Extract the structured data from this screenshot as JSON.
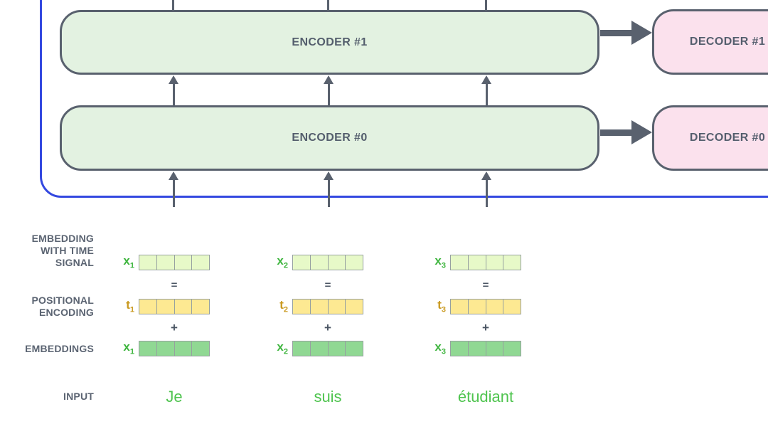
{
  "colors": {
    "frame_blue": "#3348e0",
    "outline_slate": "#59616e",
    "block_text": "#545e6d",
    "encoder_fill": "#e3f2e1",
    "decoder_fill": "#fbe1ed",
    "vector_time_signal_fill": "#e7f9c8",
    "vector_positional_fill": "#fde992",
    "vector_embedding_fill": "#90d893",
    "x_label_green": "#3cb43c",
    "t_label_gold": "#c9991f",
    "input_word_green": "#4fc44f",
    "row_label_gray": "#5b6472"
  },
  "stack": {
    "encoders": [
      {
        "label": "ENCODER #1"
      },
      {
        "label": "ENCODER #0"
      }
    ],
    "decoders": [
      {
        "label": "DECODER #1"
      },
      {
        "label": "DECODER #0"
      }
    ]
  },
  "embedding": {
    "row_labels": {
      "time_signal": [
        "EMBEDDING",
        "WITH TIME",
        "SIGNAL"
      ],
      "positional": [
        "POSITIONAL",
        "ENCODING"
      ],
      "embeddings": [
        "EMBEDDINGS"
      ],
      "input": [
        "INPUT"
      ]
    },
    "operators": {
      "equals": "=",
      "plus": "+"
    },
    "columns": [
      {
        "x_label": "x",
        "t_label": "t",
        "subscript": "1",
        "word": "Je"
      },
      {
        "x_label": "x",
        "t_label": "t",
        "subscript": "2",
        "word": "suis"
      },
      {
        "x_label": "x",
        "t_label": "t",
        "subscript": "3",
        "word": "étudiant"
      }
    ]
  }
}
